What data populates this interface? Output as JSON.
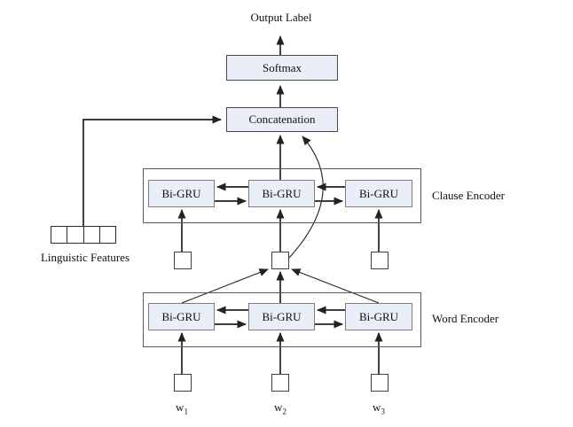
{
  "diagram": {
    "output_label": "Output Label",
    "softmax": {
      "label": "Softmax"
    },
    "concatenation": {
      "label": "Concatenation"
    },
    "clause_encoder": {
      "label": "Clause Encoder",
      "units": [
        "Bi-GRU",
        "Bi-GRU",
        "Bi-GRU"
      ]
    },
    "word_encoder": {
      "label": "Word Encoder",
      "units": [
        "Bi-GRU",
        "Bi-GRU",
        "Bi-GRU"
      ]
    },
    "linguistic_features": {
      "label": "Linguistic Features",
      "cell_count": 4
    },
    "inputs": [
      {
        "base": "w",
        "sub": "1"
      },
      {
        "base": "w",
        "sub": "2"
      },
      {
        "base": "w",
        "sub": "3"
      }
    ],
    "colors": {
      "background": "#ffffff",
      "box_fill": "#e9eef8",
      "box_border": "#4a4a4a",
      "unit_border": "#7d7d7d",
      "encoder_border": "#5a5a5a",
      "line": "#222222"
    }
  }
}
